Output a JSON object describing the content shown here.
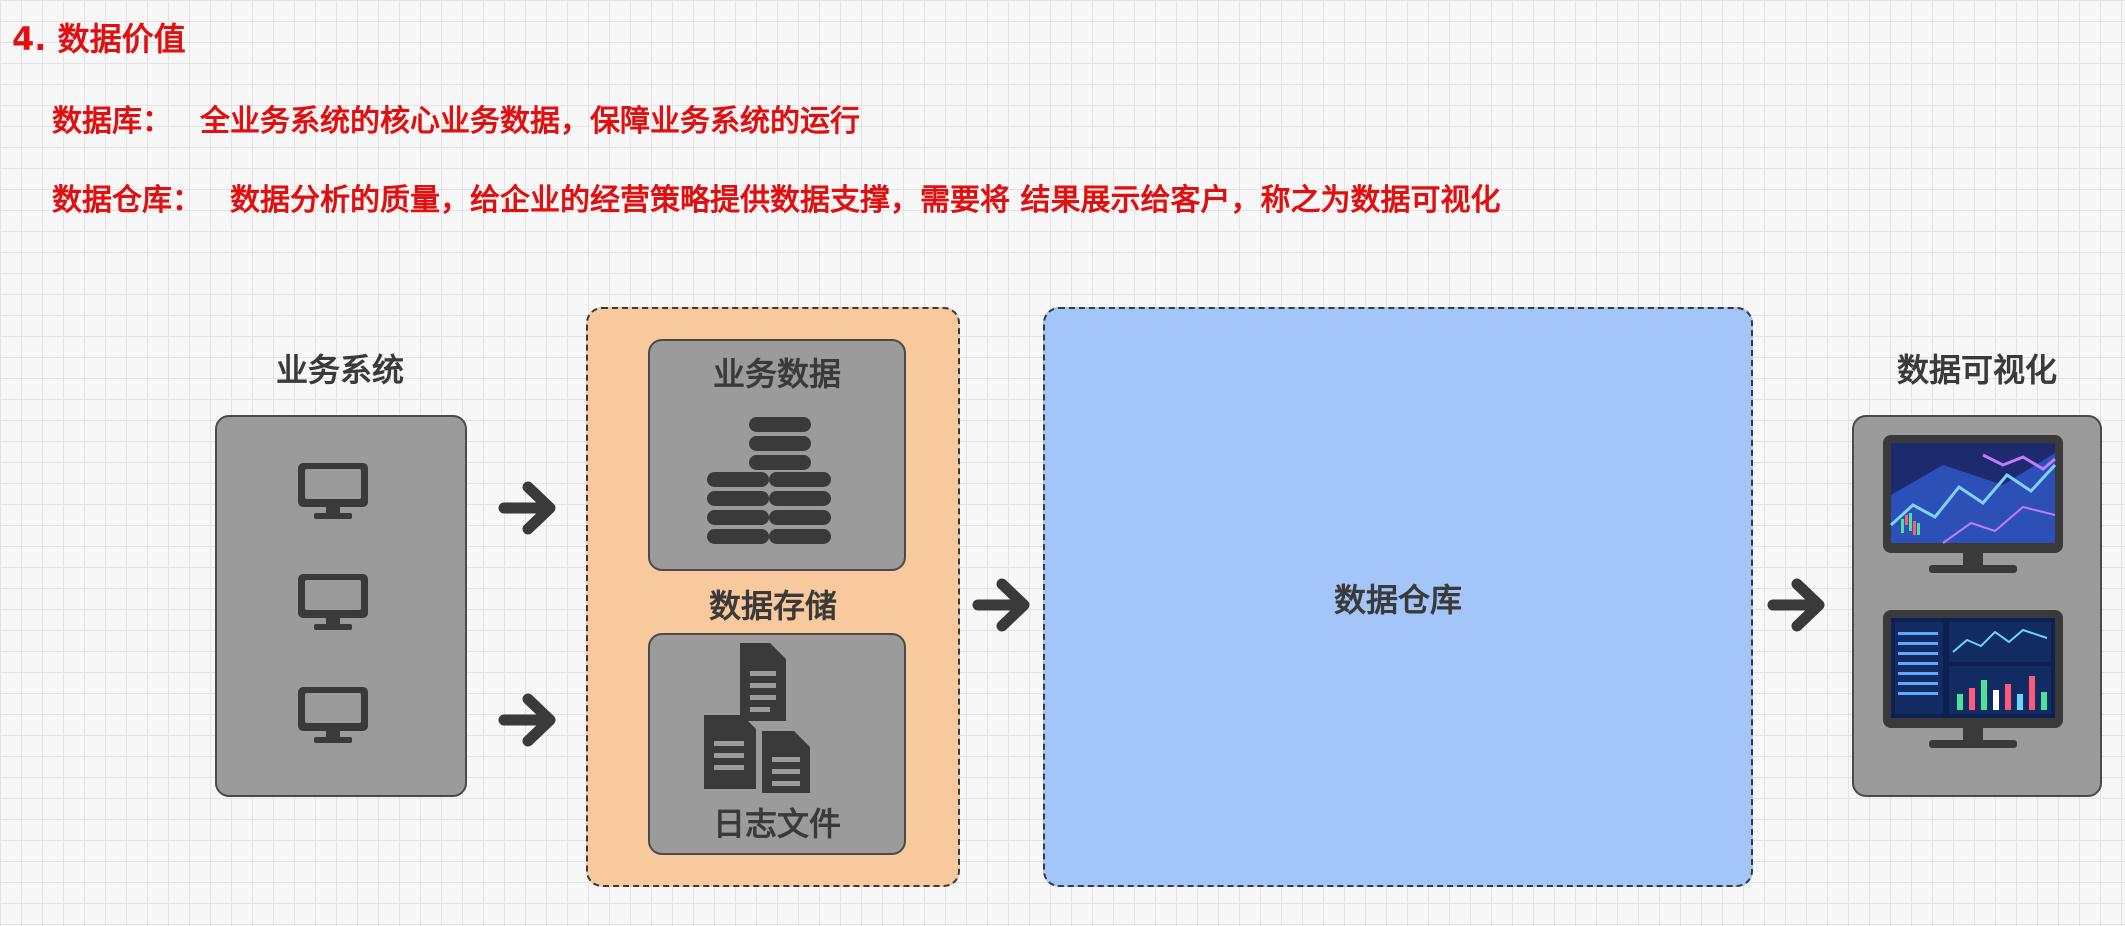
{
  "header": {
    "heading": "4. 数据价值",
    "line1": {
      "label": "数据库：",
      "text": "全业务系统的核心业务数据，保障业务系统的运行"
    },
    "line2": {
      "label": "数据仓库：",
      "text": "数据分析的质量，给企业的经营策略提供数据支撑，需要将 结果展示给客户，称之为数据可视化"
    }
  },
  "diagram": {
    "business_system": {
      "title": "业务系统",
      "icons": [
        "monitor-icon",
        "monitor-icon",
        "monitor-icon"
      ]
    },
    "storage": {
      "title": "数据存储",
      "business_data": {
        "title": "业务数据",
        "icon": "database-stack-icon"
      },
      "log_files": {
        "title": "日志文件",
        "icon": "documents-icon"
      }
    },
    "warehouse": {
      "title": "数据仓库"
    },
    "visualization": {
      "title": "数据可视化",
      "icons": [
        "dashboard-monitor-icon",
        "dashboard-monitor-icon"
      ]
    }
  },
  "colors": {
    "heading_red": "#e01010",
    "storage_orange": "#f8c99c",
    "warehouse_blue": "#a3c5f7",
    "box_gray": "#9b9b9b",
    "dark": "#3a3a3a"
  }
}
